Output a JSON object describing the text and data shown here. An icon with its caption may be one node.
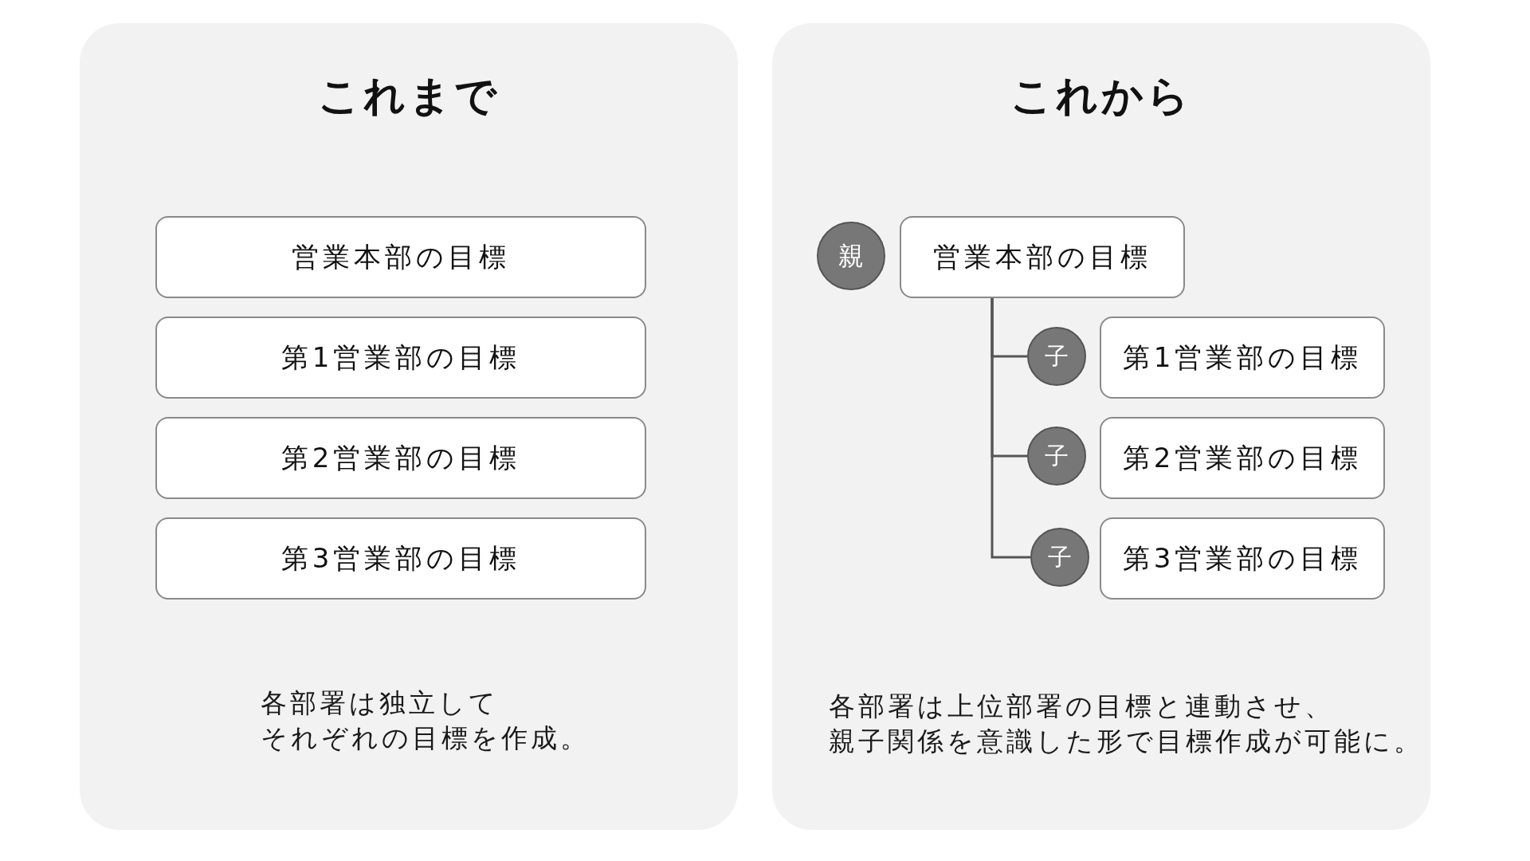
{
  "diagram": {
    "nodes": [
      {
        "text": [
          "これまで",
          "各部署は独立してそれぞれの目標を作成。"
        ]
      },
      {
        "text": [
          "営業本部の目標"
        ],
        "in": 0
      },
      {
        "text": [
          "第1営業部の目標"
        ],
        "in": 0
      },
      {
        "text": [
          "第2営業部の目標"
        ],
        "in": 0
      },
      {
        "text": [
          "第3営業部の目標"
        ],
        "in": 0
      },
      {
        "text": [
          "これから",
          "各部署は上位部署の目標と連動させ、親子関係を意識した形で目標作成が可能に。"
        ]
      },
      {
        "text": [
          "親"
        ],
        "in": 5
      },
      {
        "text": [
          "営業本部の目標"
        ],
        "in": 5
      },
      {
        "text": [
          "子"
        ],
        "in": 5
      },
      {
        "text": [
          "第1営業部の目標"
        ],
        "in": 5
      },
      {
        "text": [
          "子"
        ],
        "in": 5
      },
      {
        "text": [
          "第2営業部の目標"
        ],
        "in": 5
      },
      {
        "text": [
          "子"
        ],
        "in": 5
      },
      {
        "text": [
          "第3営業部の目標"
        ],
        "in": 5
      }
    ],
    "edges": [
      {
        "from": 7,
        "to": 8,
        "arrow": "none"
      },
      {
        "from": 7,
        "to": 10,
        "arrow": "none"
      },
      {
        "from": 7,
        "to": 12,
        "arrow": "none"
      }
    ]
  }
}
